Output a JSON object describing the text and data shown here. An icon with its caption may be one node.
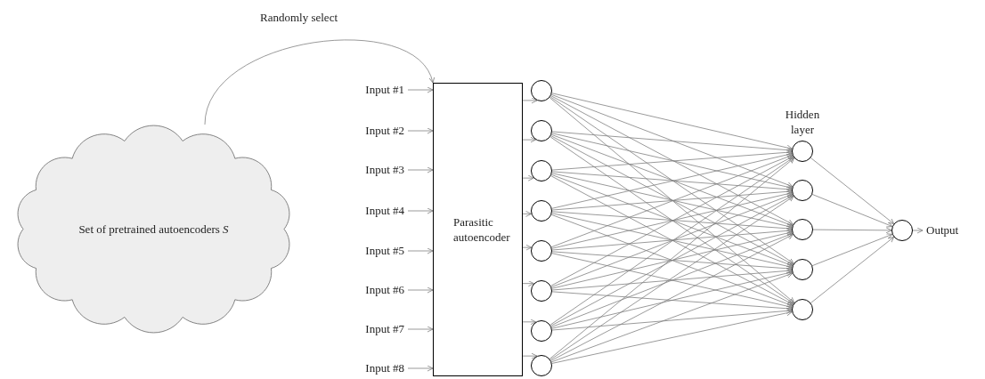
{
  "diagram": {
    "nodes": [
      {
        "text": [
          "Set of pretrained autoencoders *S*"
        ]
      },
      {
        "text": [
          "Parasitic autoencoder"
        ]
      },
      {
        "text": [
          "Input #1"
        ]
      },
      {
        "text": [
          "Input #2"
        ]
      },
      {
        "text": [
          "Input #3"
        ]
      },
      {
        "text": [
          "Input #4"
        ]
      },
      {
        "text": [
          "Input #5"
        ]
      },
      {
        "text": [
          "Input #6"
        ]
      },
      {
        "text": [
          "Input #7"
        ]
      },
      {
        "text": [
          "Input #8"
        ]
      },
      {
        "text": [],
        "shape": "circle"
      },
      {
        "text": [],
        "shape": "circle"
      },
      {
        "text": [],
        "shape": "circle"
      },
      {
        "text": [],
        "shape": "circle"
      },
      {
        "text": [],
        "shape": "circle"
      },
      {
        "text": [],
        "shape": "circle"
      },
      {
        "text": [],
        "shape": "circle"
      },
      {
        "text": [],
        "shape": "circle"
      },
      {
        "text": [],
        "shape": "circle"
      },
      {
        "text": [],
        "shape": "circle"
      },
      {
        "text": [],
        "shape": "circle"
      },
      {
        "text": [],
        "shape": "circle"
      },
      {
        "text": [],
        "shape": "circle"
      },
      {
        "text": [],
        "shape": "circle"
      },
      {
        "text": [
          "Output"
        ]
      }
    ],
    "edges": [
      {
        "from": 0,
        "to": 1,
        "arrow": "to",
        "label": "Randomly select"
      },
      {
        "from": 2,
        "to": 1,
        "arrow": "to"
      },
      {
        "from": 3,
        "to": 1,
        "arrow": "to"
      },
      {
        "from": 4,
        "to": 1,
        "arrow": "to"
      },
      {
        "from": 5,
        "to": 1,
        "arrow": "to"
      },
      {
        "from": 6,
        "to": 1,
        "arrow": "to"
      },
      {
        "from": 7,
        "to": 1,
        "arrow": "to"
      },
      {
        "from": 8,
        "to": 1,
        "arrow": "to"
      },
      {
        "from": 9,
        "to": 1,
        "arrow": "to"
      },
      {
        "from": 1,
        "to": 10,
        "arrow": "to"
      },
      {
        "from": 1,
        "to": 11,
        "arrow": "to"
      },
      {
        "from": 1,
        "to": 12,
        "arrow": "to"
      },
      {
        "from": 1,
        "to": 13,
        "arrow": "to"
      },
      {
        "from": 1,
        "to": 14,
        "arrow": "to"
      },
      {
        "from": 1,
        "to": 15,
        "arrow": "to"
      },
      {
        "from": 1,
        "to": 16,
        "arrow": "to"
      },
      {
        "from": 1,
        "to": 17,
        "arrow": "to"
      },
      {
        "from": 10,
        "to": 18,
        "arrow": "to"
      },
      {
        "from": 10,
        "to": 19,
        "arrow": "to"
      },
      {
        "from": 10,
        "to": 20,
        "arrow": "to"
      },
      {
        "from": 10,
        "to": 21,
        "arrow": "to"
      },
      {
        "from": 10,
        "to": 22,
        "arrow": "to"
      },
      {
        "from": 11,
        "to": 18,
        "arrow": "to"
      },
      {
        "from": 11,
        "to": 19,
        "arrow": "to"
      },
      {
        "from": 11,
        "to": 20,
        "arrow": "to"
      },
      {
        "from": 11,
        "to": 21,
        "arrow": "to"
      },
      {
        "from": 11,
        "to": 22,
        "arrow": "to"
      },
      {
        "from": 12,
        "to": 18,
        "arrow": "to"
      },
      {
        "from": 12,
        "to": 19,
        "arrow": "to"
      },
      {
        "from": 12,
        "to": 20,
        "arrow": "to"
      },
      {
        "from": 12,
        "to": 21,
        "arrow": "to"
      },
      {
        "from": 12,
        "to": 22,
        "arrow": "to"
      },
      {
        "from": 13,
        "to": 18,
        "arrow": "to"
      },
      {
        "from": 13,
        "to": 19,
        "arrow": "to"
      },
      {
        "from": 13,
        "to": 20,
        "arrow": "to"
      },
      {
        "from": 13,
        "to": 21,
        "arrow": "to"
      },
      {
        "from": 13,
        "to": 22,
        "arrow": "to"
      },
      {
        "from": 14,
        "to": 18,
        "arrow": "to"
      },
      {
        "from": 14,
        "to": 19,
        "arrow": "to"
      },
      {
        "from": 14,
        "to": 20,
        "arrow": "to"
      },
      {
        "from": 14,
        "to": 21,
        "arrow": "to"
      },
      {
        "from": 14,
        "to": 22,
        "arrow": "to"
      },
      {
        "from": 15,
        "to": 18,
        "arrow": "to"
      },
      {
        "from": 15,
        "to": 19,
        "arrow": "to"
      },
      {
        "from": 15,
        "to": 20,
        "arrow": "to"
      },
      {
        "from": 15,
        "to": 21,
        "arrow": "to"
      },
      {
        "from": 15,
        "to": 22,
        "arrow": "to"
      },
      {
        "from": 16,
        "to": 18,
        "arrow": "to"
      },
      {
        "from": 16,
        "to": 19,
        "arrow": "to"
      },
      {
        "from": 16,
        "to": 20,
        "arrow": "to"
      },
      {
        "from": 16,
        "to": 21,
        "arrow": "to"
      },
      {
        "from": 16,
        "to": 22,
        "arrow": "to"
      },
      {
        "from": 17,
        "to": 18,
        "arrow": "to"
      },
      {
        "from": 17,
        "to": 19,
        "arrow": "to"
      },
      {
        "from": 17,
        "to": 20,
        "arrow": "to"
      },
      {
        "from": 17,
        "to": 21,
        "arrow": "to"
      },
      {
        "from": 17,
        "to": 22,
        "arrow": "to"
      },
      {
        "from": 18,
        "to": 23,
        "arrow": "to"
      },
      {
        "from": 19,
        "to": 23,
        "arrow": "to"
      },
      {
        "from": 20,
        "to": 23,
        "arrow": "to"
      },
      {
        "from": 21,
        "to": 23,
        "arrow": "to"
      },
      {
        "from": 22,
        "to": 23,
        "arrow": "to"
      },
      {
        "from": 23,
        "to": 24,
        "arrow": "to"
      }
    ],
    "labels": [
      "Hidden layer"
    ]
  }
}
